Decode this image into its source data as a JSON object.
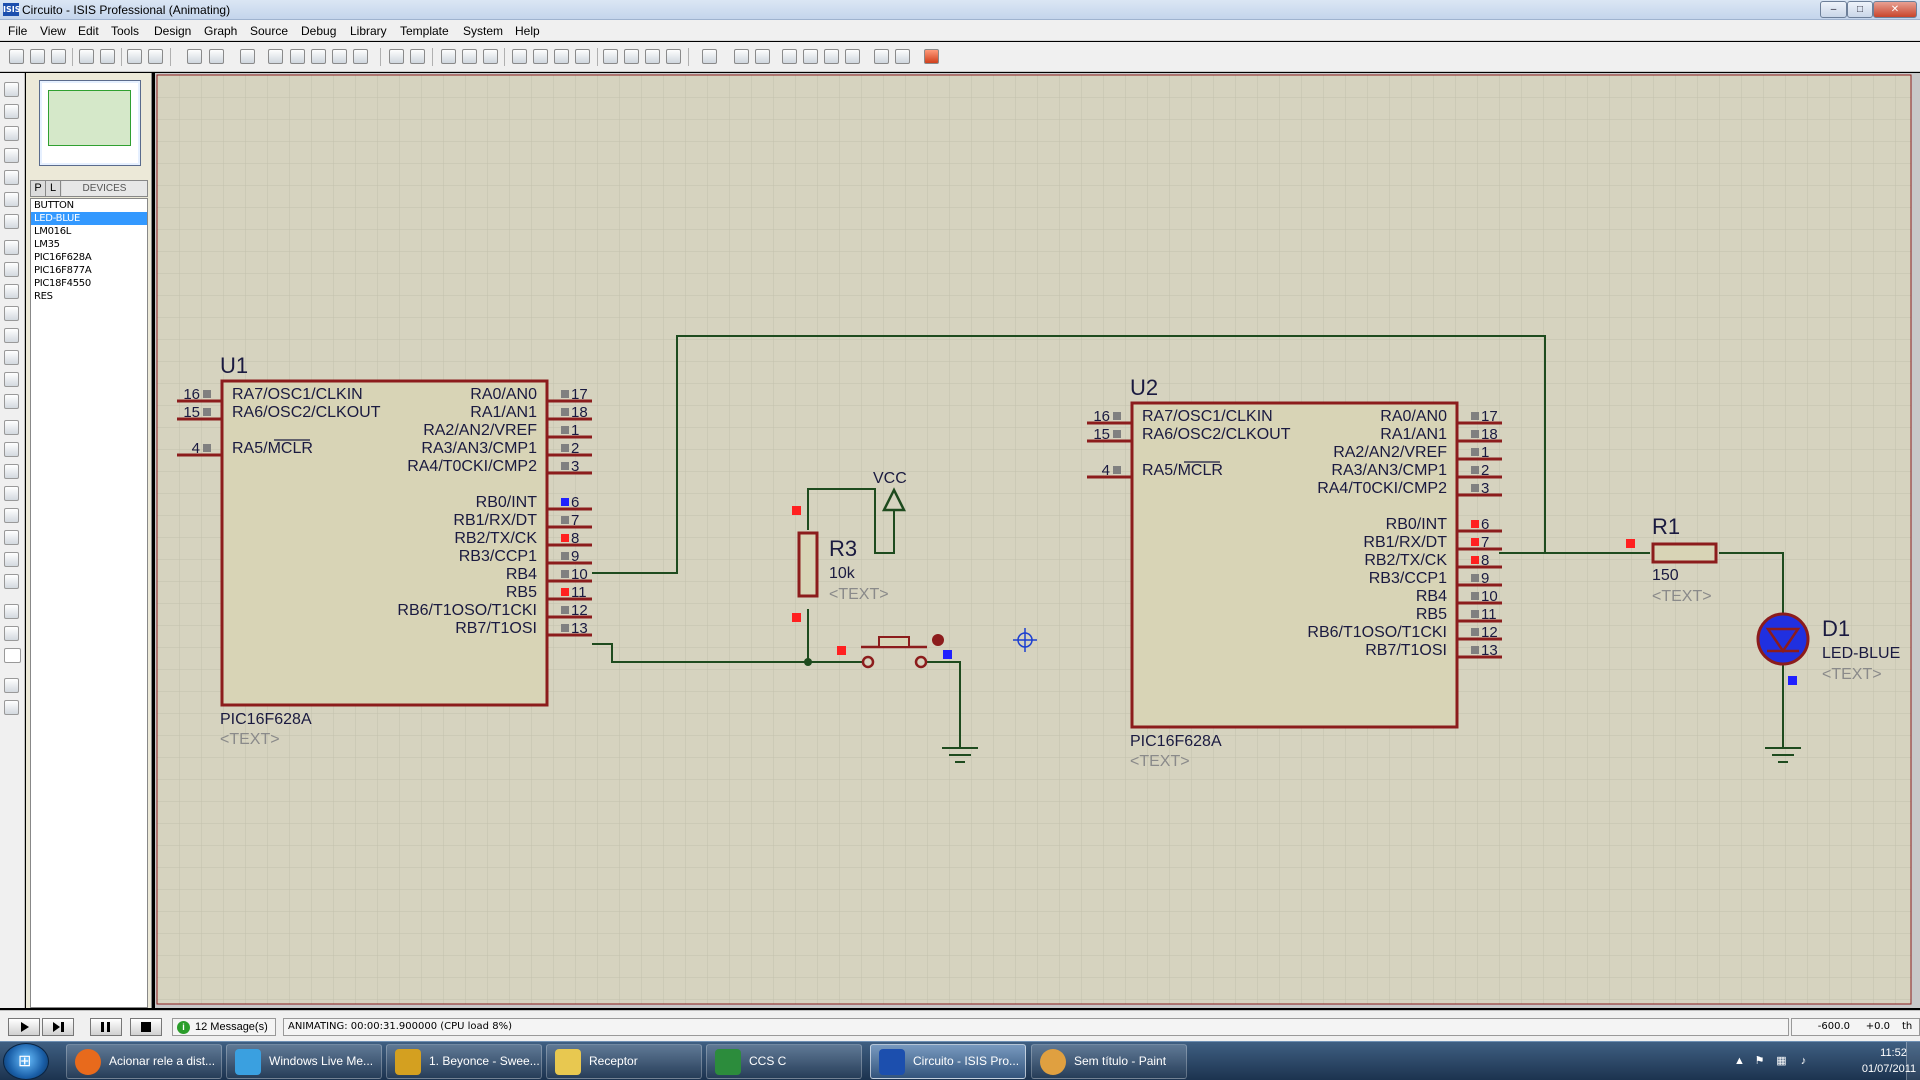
{
  "window": {
    "app_icon": "ISIS",
    "title": "Circuito - ISIS Professional (Animating)",
    "minimize": "–",
    "maximize": "□",
    "close": "✕"
  },
  "menu": [
    "File",
    "View",
    "Edit",
    "Tools",
    "Design",
    "Graph",
    "Source",
    "Debug",
    "Library",
    "Template",
    "System",
    "Help"
  ],
  "panel": {
    "tab_p": "P",
    "tab_l": "L",
    "devices_title": "DEVICES",
    "devices": [
      "BUTTON",
      "LED-BLUE",
      "LM016L",
      "LM35",
      "PIC16F628A",
      "PIC16F877A",
      "PIC18F4550",
      "RES"
    ],
    "selected_device": "LED-BLUE"
  },
  "schematic": {
    "u1": {
      "ref": "U1",
      "part": "PIC16F628A",
      "text": "<TEXT>",
      "left_pins": [
        {
          "num": "16",
          "name": "RA7/OSC1/CLKIN"
        },
        {
          "num": "15",
          "name": "RA6/OSC2/CLKOUT"
        },
        {
          "num": "4",
          "name": "RA5/MCLR"
        }
      ],
      "right_pins": [
        {
          "num": "17",
          "name": "RA0/AN0"
        },
        {
          "num": "18",
          "name": "RA1/AN1"
        },
        {
          "num": "1",
          "name": "RA2/AN2/VREF"
        },
        {
          "num": "2",
          "name": "RA3/AN3/CMP1"
        },
        {
          "num": "3",
          "name": "RA4/T0CKI/CMP2"
        },
        {
          "num": "6",
          "name": "RB0/INT"
        },
        {
          "num": "7",
          "name": "RB1/RX/DT"
        },
        {
          "num": "8",
          "name": "RB2/TX/CK"
        },
        {
          "num": "9",
          "name": "RB3/CCP1"
        },
        {
          "num": "10",
          "name": "RB4"
        },
        {
          "num": "11",
          "name": "RB5"
        },
        {
          "num": "12",
          "name": "RB6/T1OSO/T1CKI"
        },
        {
          "num": "13",
          "name": "RB7/T1OSI"
        }
      ]
    },
    "u2": {
      "ref": "U2",
      "part": "PIC16F628A",
      "text": "<TEXT>",
      "left_pins": [
        {
          "num": "16",
          "name": "RA7/OSC1/CLKIN"
        },
        {
          "num": "15",
          "name": "RA6/OSC2/CLKOUT"
        },
        {
          "num": "4",
          "name": "RA5/MCLR"
        }
      ],
      "right_pins": [
        {
          "num": "17",
          "name": "RA0/AN0"
        },
        {
          "num": "18",
          "name": "RA1/AN1"
        },
        {
          "num": "1",
          "name": "RA2/AN2/VREF"
        },
        {
          "num": "2",
          "name": "RA3/AN3/CMP1"
        },
        {
          "num": "3",
          "name": "RA4/T0CKI/CMP2"
        },
        {
          "num": "6",
          "name": "RB0/INT"
        },
        {
          "num": "7",
          "name": "RB1/RX/DT"
        },
        {
          "num": "8",
          "name": "RB2/TX/CK"
        },
        {
          "num": "9",
          "name": "RB3/CCP1"
        },
        {
          "num": "10",
          "name": "RB4"
        },
        {
          "num": "11",
          "name": "RB5"
        },
        {
          "num": "12",
          "name": "RB6/T1OSO/T1CKI"
        },
        {
          "num": "13",
          "name": "RB7/T1OSI"
        }
      ]
    },
    "r3": {
      "ref": "R3",
      "value": "10k",
      "text": "<TEXT>"
    },
    "r1": {
      "ref": "R1",
      "value": "150",
      "text": "<TEXT>"
    },
    "d1": {
      "ref": "D1",
      "value": "LED-BLUE",
      "text": "<TEXT>"
    },
    "vcc": "VCC",
    "colors": {
      "background": "#d6d3bf",
      "grid": "#c3c0ac",
      "component_fill": "#d8d4b6",
      "component_border": "#8c1c1c",
      "wire": "#1e4b1e",
      "pin_high": "#ff2020",
      "pin_low": "#2020ff",
      "pin_float": "#808080",
      "led_on": "#2030e0"
    }
  },
  "status": {
    "messages": "12 Message(s)",
    "animating": "ANIMATING: 00:00:31.900000 (CPU load 8%)",
    "x": "-600.0",
    "y": "+0.0",
    "unit": "th"
  },
  "taskbar": {
    "tasks": [
      {
        "label": "Acionar rele a dist...",
        "color": "#e86a1c"
      },
      {
        "label": "Windows Live Me...",
        "color": "#3aa0e0"
      },
      {
        "label": "1. Beyonce - Swee...",
        "color": "#d4a020"
      },
      {
        "label": "Receptor",
        "color": "#e8c850"
      },
      {
        "label": "CCS C",
        "color": "#2c8c3c"
      },
      {
        "label": "Circuito - ISIS Pro...",
        "color": "#1c4fae"
      },
      {
        "label": "Sem título - Paint",
        "color": "#e0a040"
      }
    ],
    "active_task": "Circuito - ISIS Pro...",
    "time": "11:52",
    "date": "01/07/2011"
  }
}
